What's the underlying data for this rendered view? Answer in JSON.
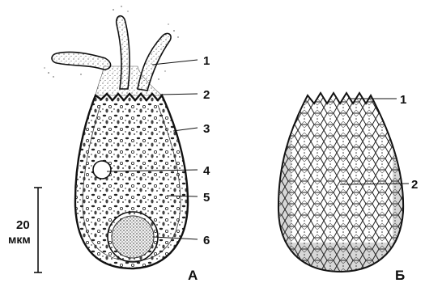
{
  "figure": {
    "cell_a": {
      "panel_label": "А",
      "callouts": [
        "1",
        "2",
        "3",
        "4",
        "5",
        "6"
      ]
    },
    "cell_b": {
      "panel_label": "Б",
      "callouts": [
        "1",
        "2"
      ]
    },
    "scale_bar": {
      "value": "20",
      "unit": "мкм"
    }
  }
}
